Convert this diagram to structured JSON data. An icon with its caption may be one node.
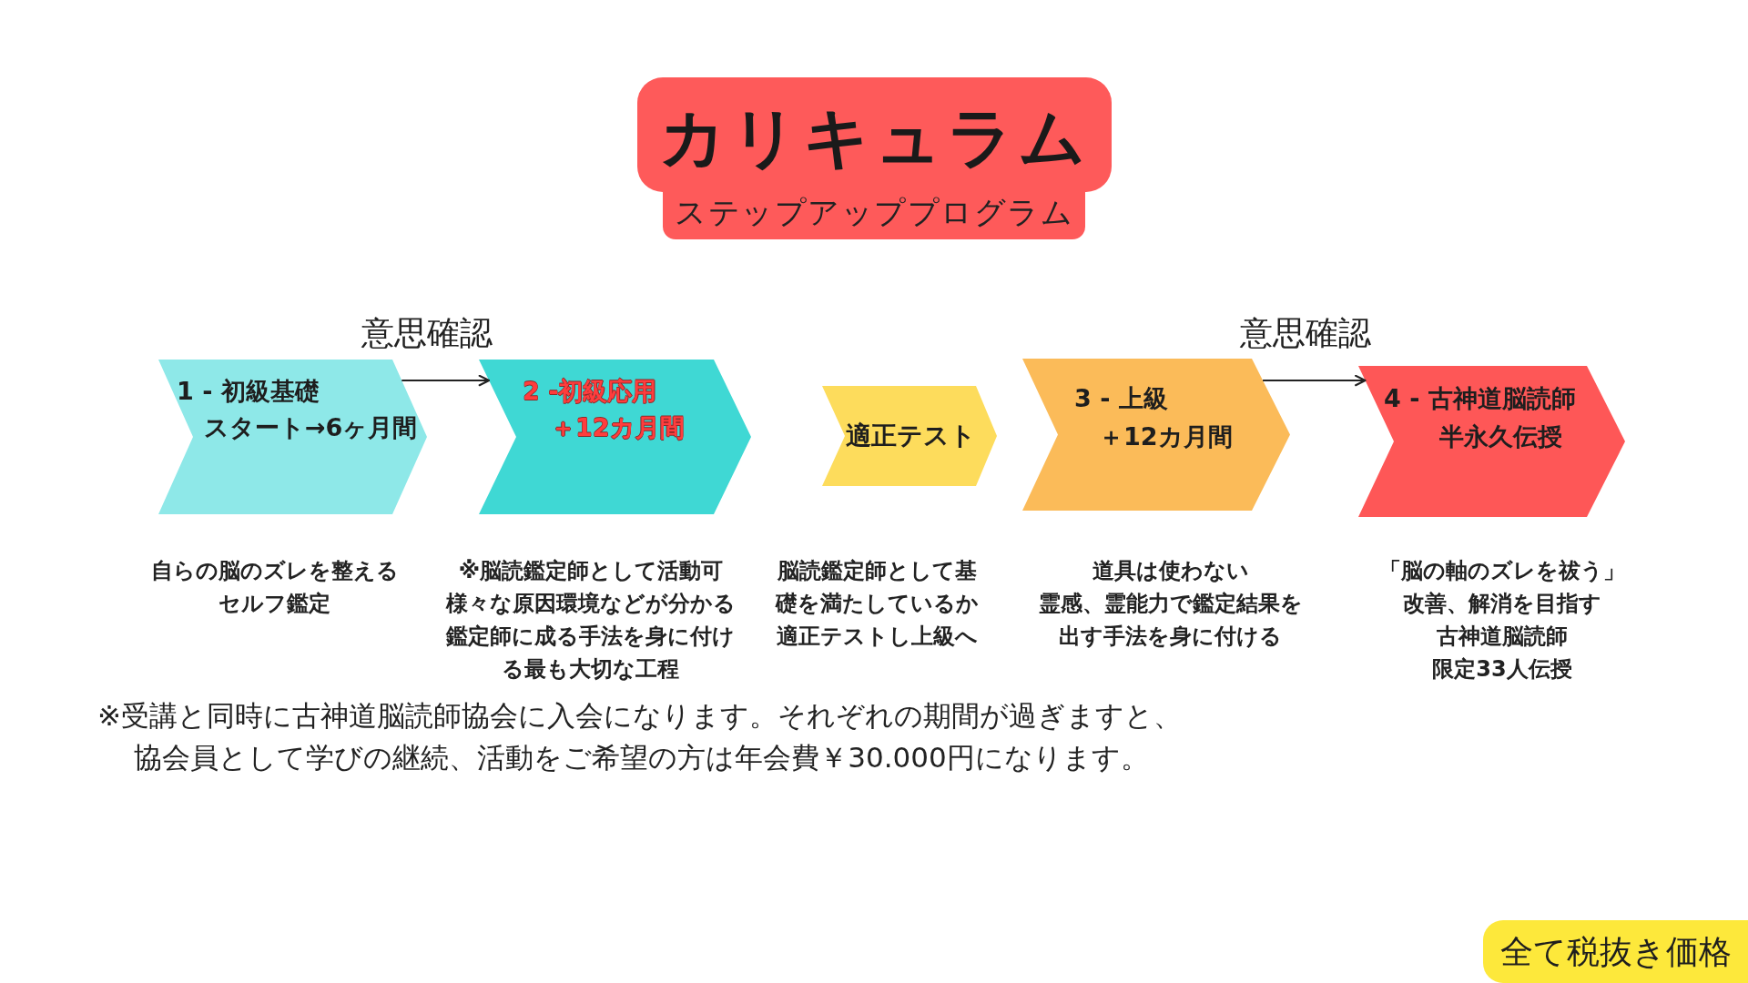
{
  "diagram": {
    "title": "カリキュラム",
    "nodes": [
      {
        "text": [
          "1 - 初級基礎",
          "スタート→6ヶ月間"
        ],
        "beside": [
          "自らの脳のズレを整えるセルフ鑑定"
        ]
      },
      {
        "text": [
          "2 -初級応用",
          "＋12カ月間"
        ],
        "beside": [
          "※脳読鑑定師として活動可",
          "様々な原因環境などが分かる",
          "鑑定師に成る手法を身に付ける最も大切な工程"
        ]
      },
      {
        "text": [
          "適正テスト"
        ],
        "beside": [
          "脳読鑑定師として基礎を満たしているか適正テストし上級へ"
        ]
      },
      {
        "text": [
          "3 - 上級",
          "＋12カ月間"
        ],
        "beside": [
          "道具は使わない",
          "霊感、霊能力で鑑定結果を出す手法を身に付ける"
        ]
      },
      {
        "text": [
          "4 - 古神道脳読師",
          "半永久伝授"
        ],
        "beside": [
          "「脳の軸のズレを祓う」",
          "改善、解消を目指す",
          "古神道脳読師",
          "限定33人伝授"
        ]
      },
      {
        "text": [
          "全て税抜き価格"
        ]
      }
    ],
    "edges": [
      {
        "from": 0,
        "to": 1,
        "arrow": "to",
        "label": "意思確認"
      },
      {
        "from": 3,
        "to": 4,
        "arrow": "to",
        "label": "意思確認"
      }
    ],
    "labels": [
      "ステップアッププログラム",
      "※受講と同時に古神道脳読師協会に入会になります。それぞれの期間が過ぎますと、協会員として学びの継続、活動をご希望の方は年会費￥30.000円になります。"
    ]
  }
}
